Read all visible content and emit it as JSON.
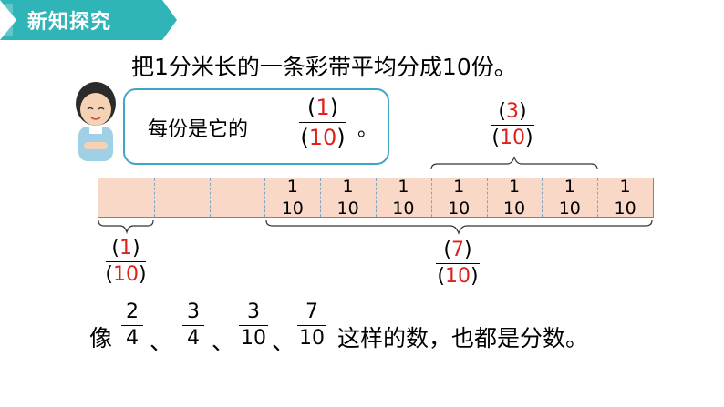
{
  "header": {
    "title": "新知探究"
  },
  "sentence": "把1分米长的一条彩带平均分成10份。",
  "bubble": {
    "text": "每份是它的",
    "answer_numerator": "1",
    "answer_denominator": "10",
    "end": "。"
  },
  "strip": {
    "segments": 10,
    "cell_fraction": {
      "numerator": "1",
      "denominator": "10"
    }
  },
  "top_bracket_fraction": {
    "numerator": "3",
    "denominator": "10"
  },
  "left_fraction": {
    "numerator": "1",
    "denominator": "10"
  },
  "bottom_bracket_fraction": {
    "numerator": "7",
    "denominator": "10"
  },
  "conclusion": {
    "prefix": "像",
    "fractions": [
      {
        "numerator": "2",
        "denominator": "4"
      },
      {
        "numerator": "3",
        "denominator": "4"
      },
      {
        "numerator": "3",
        "denominator": "10"
      },
      {
        "numerator": "7",
        "denominator": "10"
      }
    ],
    "separator": "、",
    "suffix": "这样的数，也都是分数。"
  },
  "colors": {
    "accent": "#2fb4b7",
    "answer": "#e0201b",
    "strip_fill": "#f9d8c7",
    "strip_border": "#3a9cc4"
  },
  "icons": {
    "character": "boy-character-icon"
  }
}
